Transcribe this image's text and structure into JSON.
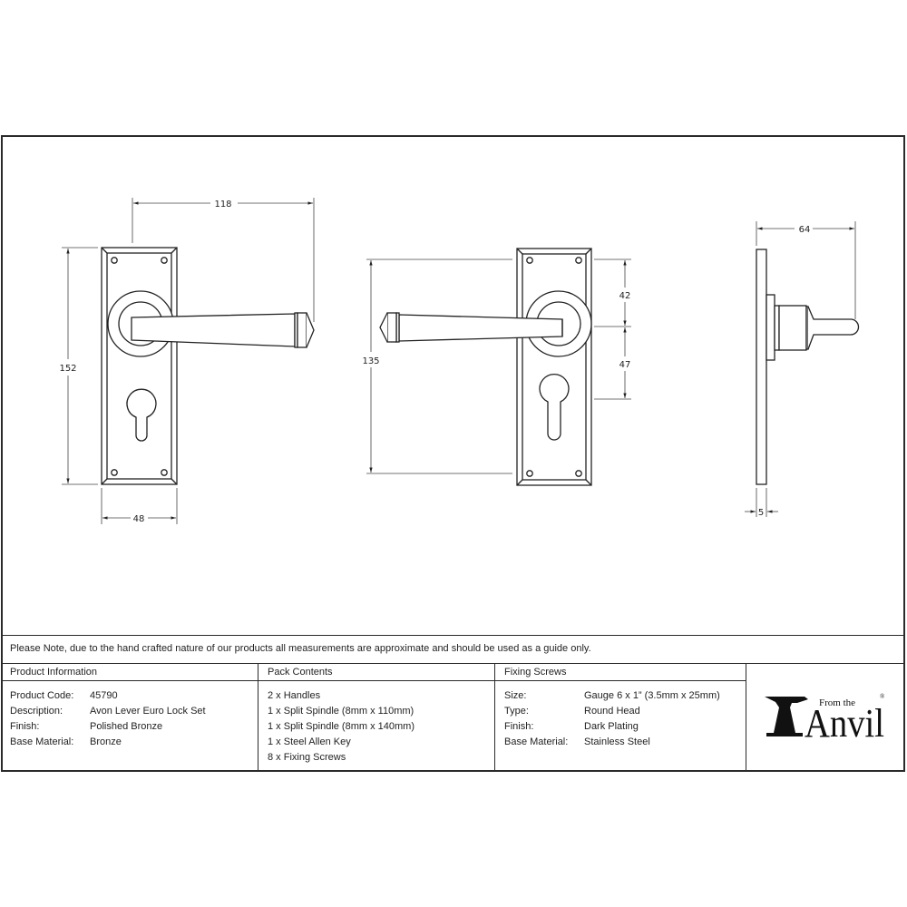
{
  "drawing": {
    "front_view": {
      "dimensions": {
        "lever_length": "118",
        "plate_height": "152",
        "plate_width": "48"
      }
    },
    "rear_view": {
      "dimensions": {
        "fixing_centres": "135",
        "top_to_spindle": "42",
        "spindle_to_cylinder": "47"
      }
    },
    "side_view": {
      "dimensions": {
        "projection": "64",
        "plate_thickness": "5"
      }
    }
  },
  "note": "Please Note, due to the hand crafted nature of our products all measurements are approximate and should be used as a guide only.",
  "product_information": {
    "heading": "Product Information",
    "rows": [
      {
        "label": "Product Code:",
        "value": "45790"
      },
      {
        "label": "Description:",
        "value": "Avon Lever Euro Lock Set"
      },
      {
        "label": "Finish:",
        "value": "Polished Bronze"
      },
      {
        "label": "Base Material:",
        "value": "Bronze"
      }
    ]
  },
  "pack_contents": {
    "heading": "Pack Contents",
    "items": [
      "2 x Handles",
      "1 x Split Spindle (8mm x 110mm)",
      "1 x Split Spindle (8mm x 140mm)",
      "1 x Steel Allen Key",
      "8 x Fixing Screws"
    ]
  },
  "fixing_screws": {
    "heading": "Fixing Screws",
    "rows": [
      {
        "label": "Size:",
        "value": "Gauge 6 x 1” (3.5mm x 25mm)"
      },
      {
        "label": "Type:",
        "value": "Round Head"
      },
      {
        "label": "Finish:",
        "value": "Dark Plating"
      },
      {
        "label": "Base Material:",
        "value": "Stainless Steel"
      }
    ]
  },
  "logo": {
    "small_text": "From the",
    "big_text": "Anvil",
    "registered": "®"
  }
}
